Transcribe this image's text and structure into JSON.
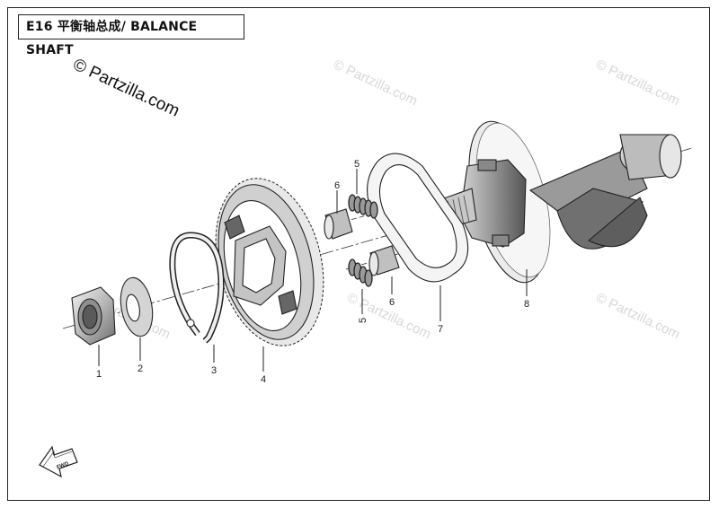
{
  "header": {
    "title": "E16 平衡轴总成/ BALANCE SHAFT"
  },
  "watermark": {
    "main_text": "© Partzilla.com",
    "faint_text": "© Partzilla.com"
  },
  "callouts": [
    {
      "id": "1"
    },
    {
      "id": "2"
    },
    {
      "id": "3"
    },
    {
      "id": "4"
    },
    {
      "id": "5"
    },
    {
      "id": "5"
    },
    {
      "id": "6"
    },
    {
      "id": "6"
    },
    {
      "id": "7"
    },
    {
      "id": "8"
    }
  ],
  "fwd_arrow": {
    "label": "FWD"
  },
  "colors": {
    "line": "#222222",
    "fill_dark": "#8a8a8a",
    "fill_mid": "#b5b5b5",
    "fill_light": "#e0e0e0",
    "watermark": "#d8d8d8"
  }
}
